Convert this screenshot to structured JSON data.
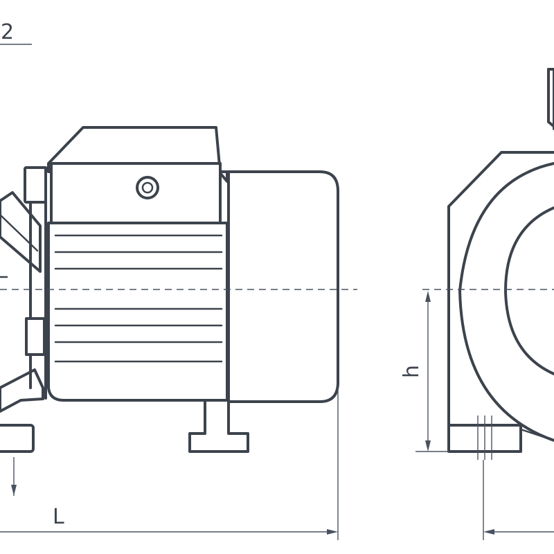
{
  "diagram": {
    "labels": {
      "top_left": "2",
      "height_dim": "h",
      "length_dim": "L"
    },
    "colors": {
      "line": "#3c434c",
      "dimension": "#4a5260",
      "background": "#ffffff"
    }
  }
}
